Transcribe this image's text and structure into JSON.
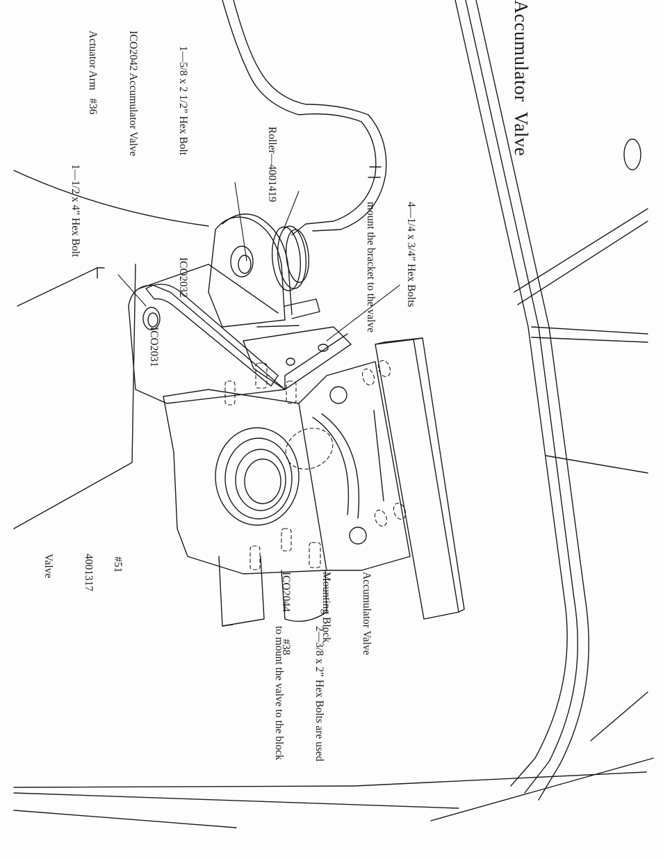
{
  "title": "Accumulator  Valve",
  "labels": {
    "actuator_arm": [
      "ICO2042 Accumulator Valve",
      "Actuator Arm   #36"
    ],
    "hex_bolt_58": "1—5/8 x 2 1/2” Hex Bolt",
    "roller": "Roller—4001419",
    "hex_bolt_12": "1—1/2 x 4” Hex Bolt",
    "ico2032": "ICO2032",
    "ico2031": "ICO2031",
    "bracket_bolts": [
      "4—1/4 x 3/4” Hex Bolts",
      "mount the bracket to the valve"
    ],
    "mounting_block": [
      "Accumulator Valve",
      "Mounting Block",
      "ICO2044          #38"
    ],
    "valve_bolts": [
      "2—3/8 x 2” Hex Bolts are used",
      "to mount the valve to the block"
    ],
    "valve_num": "#51",
    "valve": [
      "4001317",
      "Valve"
    ]
  }
}
